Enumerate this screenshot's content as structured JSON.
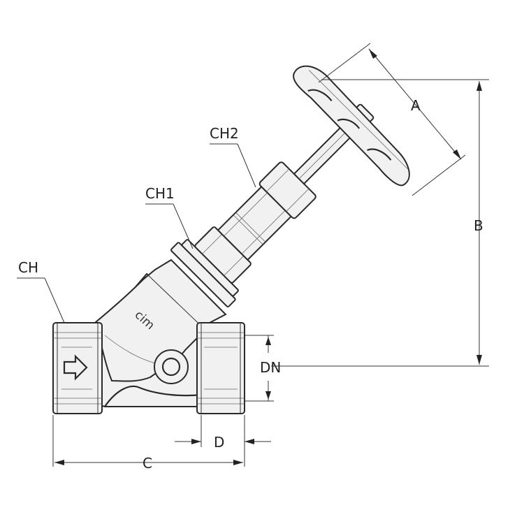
{
  "labels": {
    "ch": "CH",
    "ch1": "CH1",
    "ch2": "CH2",
    "a": "A",
    "b": "B",
    "c": "C",
    "d": "D",
    "dn": "DN"
  },
  "brand": "cim",
  "colors": {
    "line": "#2a2a2a",
    "body": "#f1f1f1",
    "background": "#ffffff"
  },
  "icons": [
    "flow-direction-arrow-icon"
  ]
}
